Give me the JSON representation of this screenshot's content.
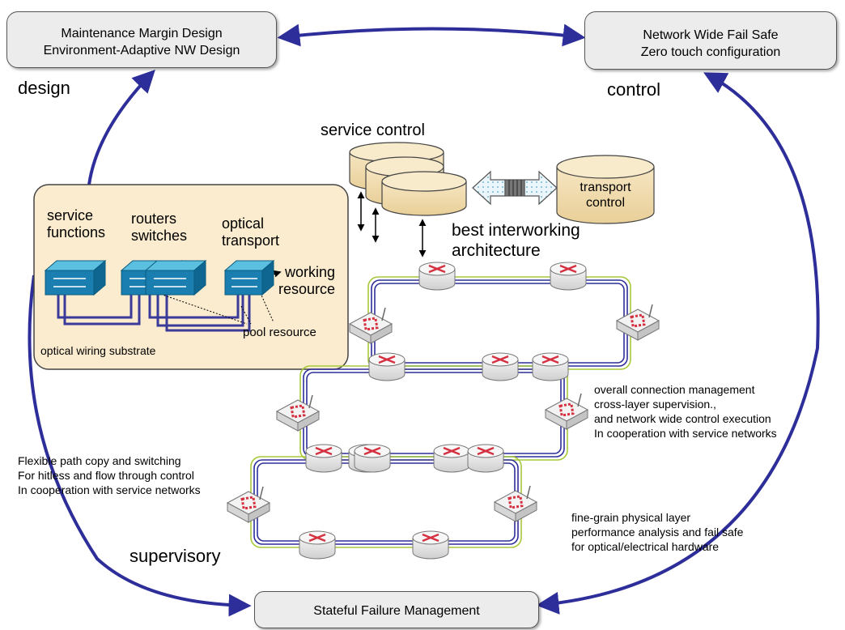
{
  "boxes": {
    "design": [
      "Maintenance Margin Design",
      "Environment-Adaptive NW Design"
    ],
    "control": [
      "Network Wide Fail Safe",
      "Zero touch configuration"
    ],
    "failure": [
      "Stateful Failure  Management"
    ]
  },
  "labels": {
    "design": "design",
    "control": "control",
    "supervisory": "supervisory",
    "service_control": "service control",
    "transport_control": [
      "transport",
      "control"
    ],
    "best_interworking": [
      "best interworking",
      "architecture"
    ]
  },
  "inset": {
    "service_functions": [
      "service",
      "functions"
    ],
    "routers_switches": [
      "routers",
      "switches"
    ],
    "optical_transport": [
      "optical",
      "transport"
    ],
    "working_resource": [
      "working",
      "resource"
    ],
    "pool_resource": "pool resource",
    "optical_wiring": "optical wiring substrate"
  },
  "notes": {
    "overall": [
      "overall  connection management",
      "cross-layer supervision.,",
      "and network wide control execution",
      "In cooperation with service networks"
    ],
    "flexible": [
      "Flexible path copy and switching",
      "For hitless and flow through control",
      "In cooperation with service networks"
    ],
    "finegrain": [
      "fine-grain physical layer",
      "performance analysis and fail safe",
      "for optical/electrical hardware"
    ]
  },
  "colors": {
    "arrow": "#2e2e9a",
    "inset_fill": "#fbeccf",
    "cylinder": "#f2ddb0",
    "ring_green": "#a7c83a",
    "ring_blue": "#2e2e9a",
    "router_mark": "#d43040",
    "switch_blue": "#1a7fb0"
  }
}
